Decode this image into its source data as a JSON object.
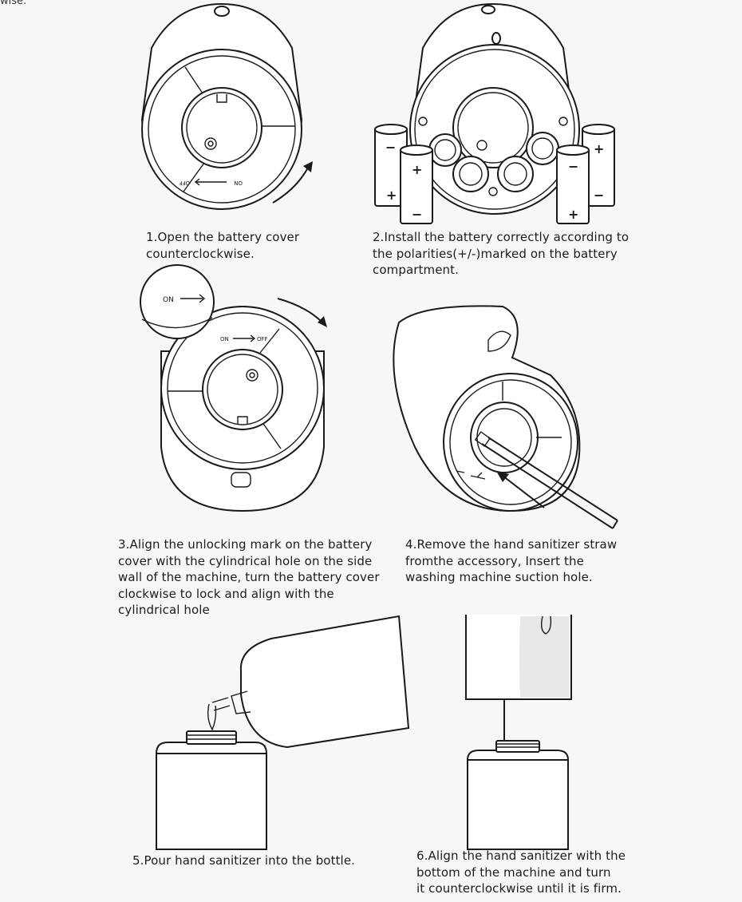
{
  "page": {
    "top_fragment": "wise."
  },
  "steps": [
    {
      "lines": [
        "1.Open the battery cover",
        "counterclockwise."
      ]
    },
    {
      "lines": [
        "2.Install the battery correctly according to",
        "the polarities(+/-)marked on the battery",
        "compartment."
      ]
    },
    {
      "lines": [
        "3.Align the unlocking mark on the battery",
        "cover with the cylindrical hole on the side",
        "wall of the machine, turn the battery cover",
        "clockwise to lock and align with the",
        "cylindrical hole"
      ]
    },
    {
      "lines": [
        "4.Remove the hand sanitizer straw",
        "fromthe accessory, Insert the",
        "washing machine suction hole."
      ]
    },
    {
      "lines": [
        "5.Pour hand sanitizer into the bottle."
      ]
    },
    {
      "lines": [
        "6.Align the hand sanitizer with the",
        "bottom of the machine and turn",
        "it counterclockwise until it is firm."
      ]
    }
  ],
  "illustration_labels": {
    "on": "ON",
    "off": "OFF",
    "plus": "+",
    "minus": "−"
  }
}
